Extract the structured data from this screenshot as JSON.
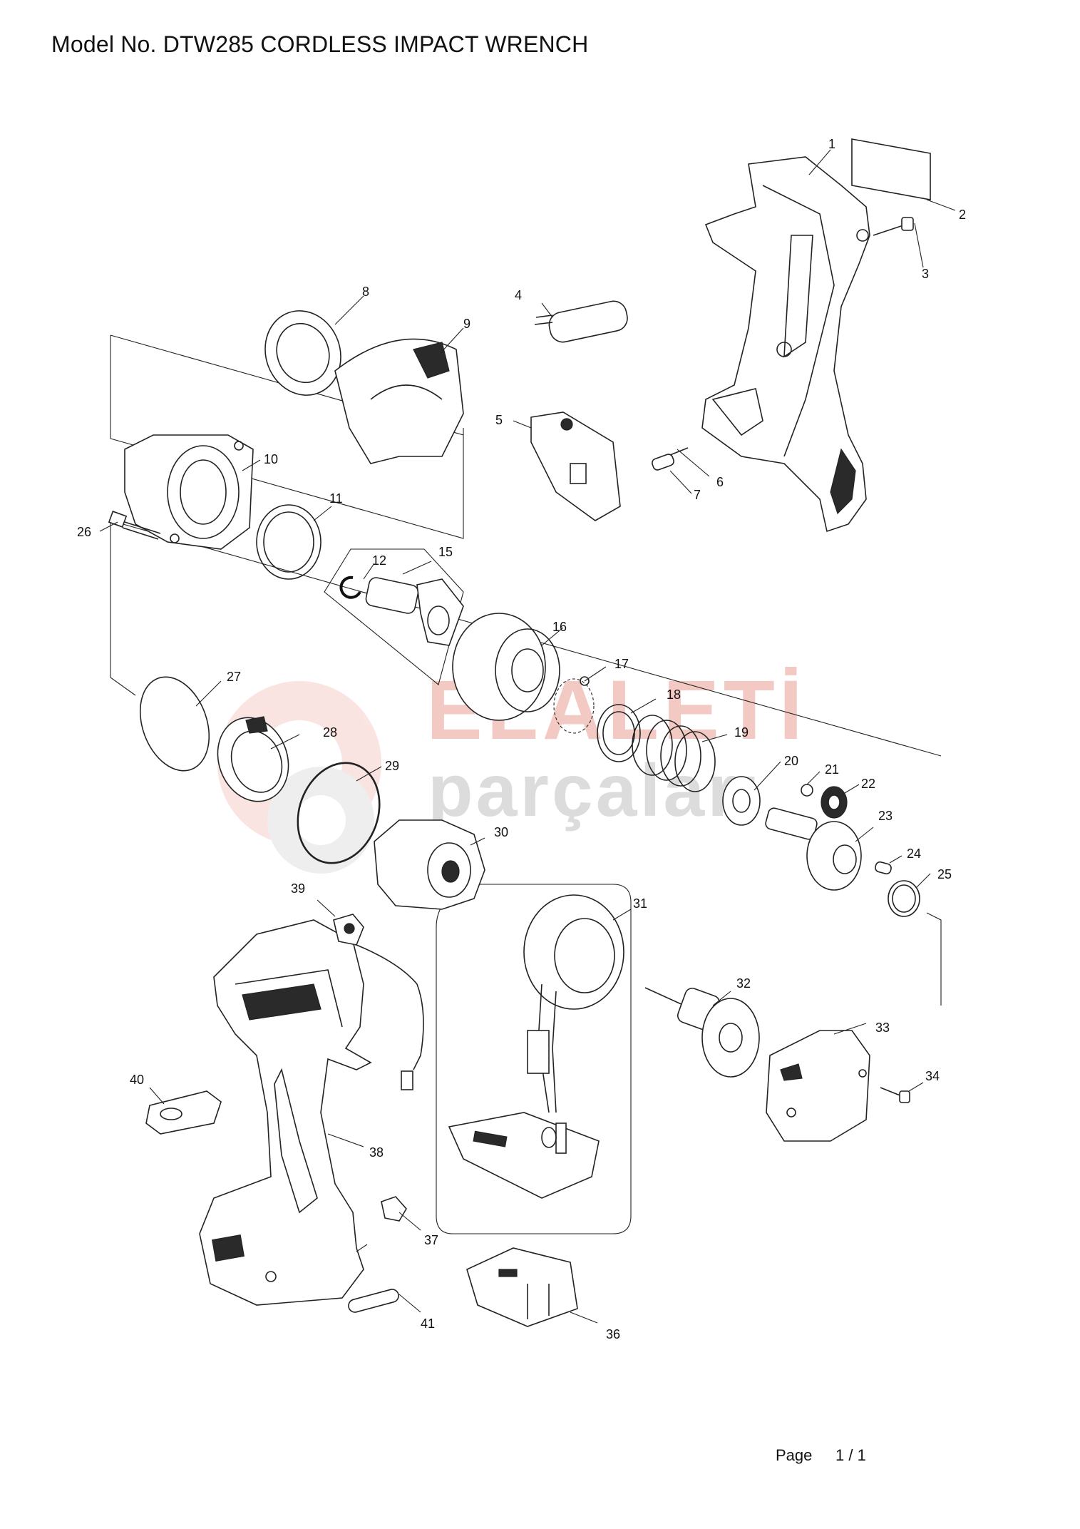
{
  "header": {
    "title": "Model No. DTW285  CORDLESS IMPACT WRENCH"
  },
  "watermark": {
    "line1": "ELALETİ",
    "line2": "parçaları",
    "color_primary": "#e8a094",
    "color_secondary": "#c8c8c8"
  },
  "footer": {
    "page_label": "Page",
    "page_number": "1 / 1"
  },
  "callouts": [
    "1",
    "2",
    "3",
    "4",
    "5",
    "6",
    "7",
    "8",
    "9",
    "10",
    "11",
    "12",
    "15",
    "16",
    "17",
    "18",
    "19",
    "20",
    "21",
    "22",
    "23",
    "24",
    "25",
    "26",
    "27",
    "28",
    "29",
    "30",
    "31",
    "32",
    "33",
    "34",
    "36",
    "37",
    "38",
    "39",
    "40",
    "41"
  ]
}
